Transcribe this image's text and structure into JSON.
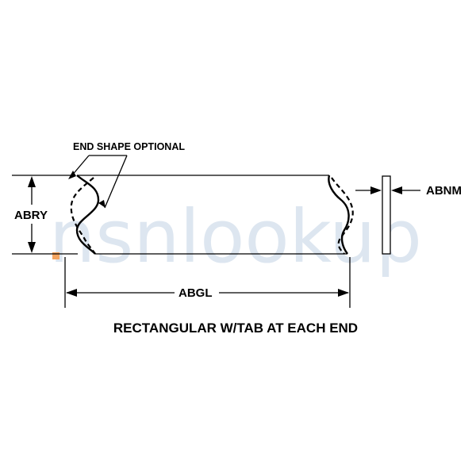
{
  "diagram": {
    "callout_label": "END SHAPE OPTIONAL",
    "height_label": "ABRY",
    "length_label": "ABGL",
    "thickness_label": "ABNM",
    "caption": "RECTANGULAR W/TAB AT EACH END"
  },
  "watermark": {
    "text": "nsnlookup",
    "color": "#c7d6e6",
    "accent_color": "#f4a460"
  }
}
